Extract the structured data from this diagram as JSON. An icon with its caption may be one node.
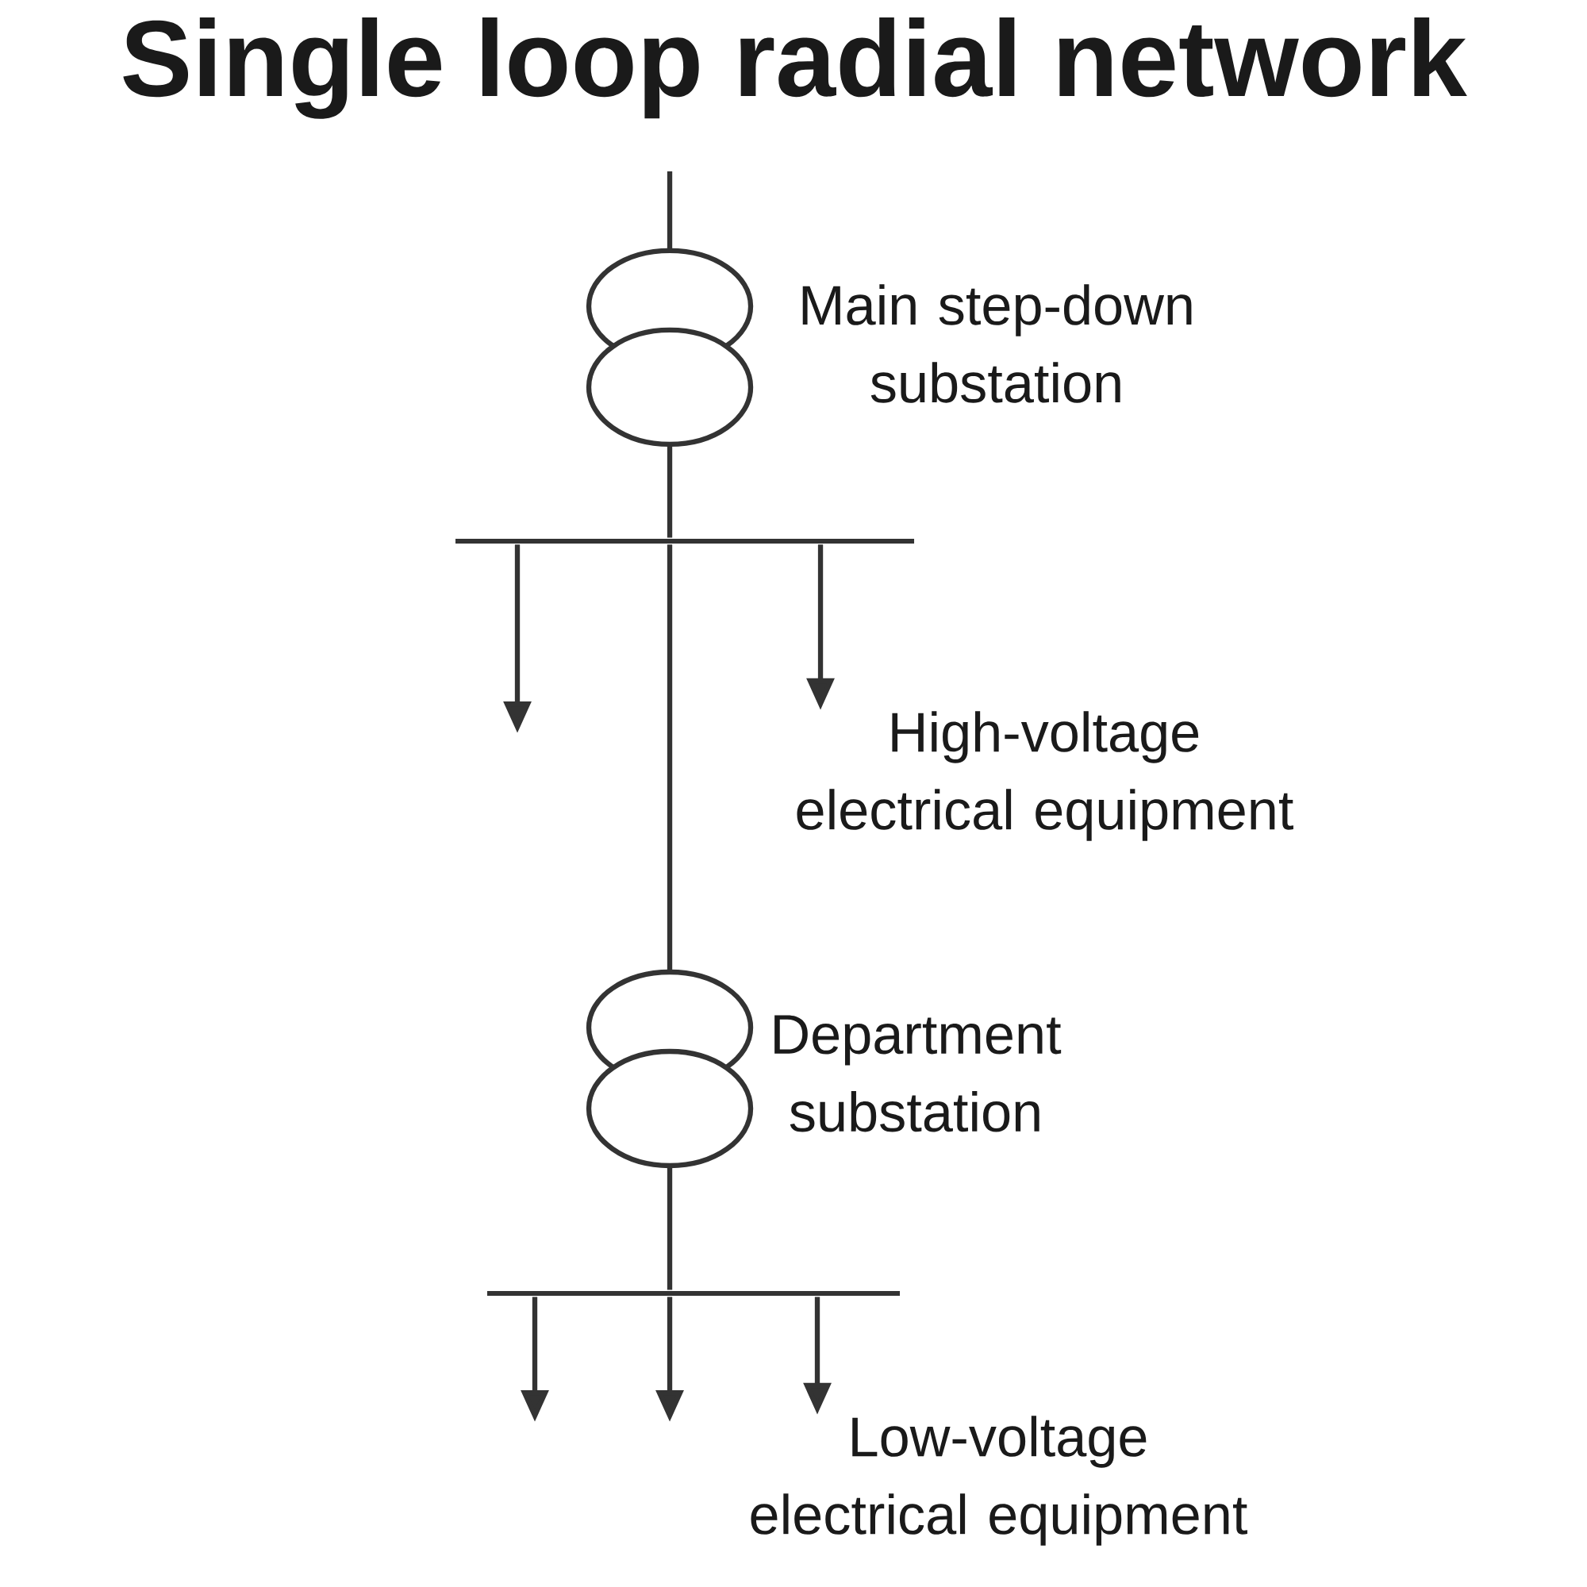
{
  "diagram": {
    "title": "Single loop radial network",
    "nodes": [
      {
        "text": [],
        "shape": "transformer",
        "beside": [
          "Main step-down substation"
        ]
      },
      {
        "text": [],
        "shape": "bar"
      },
      {
        "text": [
          "High-voltage electrical equipment"
        ]
      },
      {
        "text": [],
        "shape": "transformer",
        "beside": [
          "Department substation"
        ]
      },
      {
        "text": [],
        "shape": "bar"
      },
      {
        "text": [
          "Low-voltage electrical equipment"
        ]
      }
    ],
    "edges": [
      {
        "from": null,
        "to": 0,
        "arrow": "none"
      },
      {
        "from": 0,
        "to": 1,
        "arrow": "none"
      },
      {
        "from": 1,
        "to": null,
        "arrow": "to"
      },
      {
        "from": 1,
        "to": 2,
        "arrow": "to"
      },
      {
        "from": 1,
        "to": 3,
        "arrow": "none"
      },
      {
        "from": 3,
        "to": 4,
        "arrow": "none"
      },
      {
        "from": 4,
        "to": null,
        "arrow": "to"
      },
      {
        "from": 4,
        "to": null,
        "arrow": "to"
      },
      {
        "from": 4,
        "to": 5,
        "arrow": "to"
      }
    ]
  }
}
